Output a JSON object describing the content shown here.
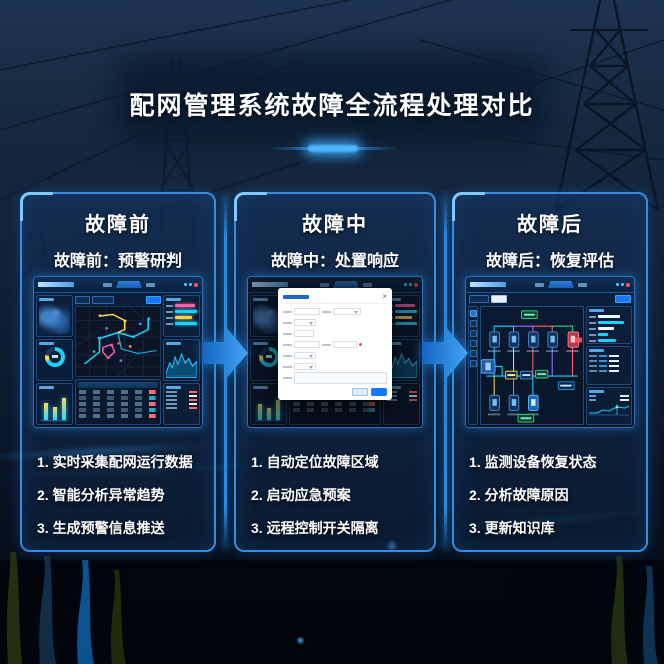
{
  "page": {
    "title": "配网管理系统故障全流程处理对比"
  },
  "stages": [
    {
      "name": "故障前",
      "subtitle": "故障前：预警研判",
      "steps": [
        "1. 实时采集配网运行数据",
        "2. 智能分析异常趋势",
        "3. 生成预警信息推送"
      ],
      "screenshot": "grid-monitoring-dashboard"
    },
    {
      "name": "故障中",
      "subtitle": "故障中：处置响应",
      "steps": [
        "1. 自动定位故障区域",
        "2. 启动应急预案",
        "3. 远程控制开关隔离"
      ],
      "screenshot": "dashboard-with-dispatch-dialog",
      "dialog": {
        "close_glyph": "×"
      }
    },
    {
      "name": "故障后",
      "subtitle": "故障后：恢复评估",
      "steps": [
        "1. 监测设备恢复状态",
        "2. 分析故障原因",
        "3. 更新知识库"
      ],
      "screenshot": "network-topology-dashboard"
    }
  ],
  "colors": {
    "accent": "#2f9bff",
    "panel_border": "#3a8cdc",
    "arrow_blue": "#1e8be6",
    "title_text": "#ffffff",
    "route_cyan": "#19d3ff",
    "route_yellow": "#ffd34d",
    "route_magenta": "#ff5fa8",
    "alert_red": "#ff5252",
    "modal_blue": "#1677ff",
    "success_green": "#2fcf8f"
  }
}
